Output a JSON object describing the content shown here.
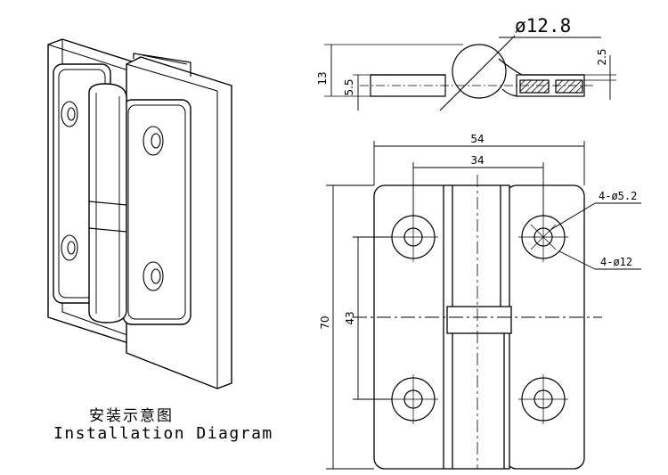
{
  "captions": {
    "chinese": "安装示意图",
    "english": "Installation Diagram"
  },
  "dimensions": {
    "side_view": {
      "pin_diameter": "ø12.8",
      "height": "13",
      "leaf_thickness_left": "5.5",
      "leaf_thickness_right": "2.5"
    },
    "front_view": {
      "overall_width": "54",
      "hole_spacing_horizontal": "34",
      "overall_height": "70",
      "hole_spacing_vertical": "43",
      "hole_inner": "4-ø5.2",
      "hole_outer": "4-ø12"
    }
  }
}
